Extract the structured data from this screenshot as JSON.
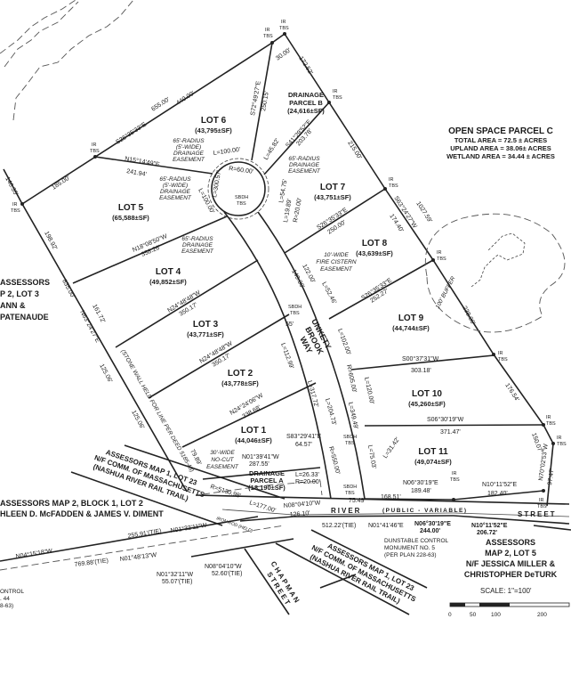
{
  "lots": [
    {
      "name": "LOT 1",
      "area": "(44,046±SF)"
    },
    {
      "name": "LOT 2",
      "area": "(43,778±SF)"
    },
    {
      "name": "LOT 3",
      "area": "(43,771±SF)"
    },
    {
      "name": "LOT 4",
      "area": "(49,852±SF)"
    },
    {
      "name": "LOT 5",
      "area": "(65,588±SF)"
    },
    {
      "name": "LOT 6",
      "area": "(43,795±SF)"
    },
    {
      "name": "LOT 7",
      "area": "(43,751±SF)"
    },
    {
      "name": "LOT 8",
      "area": "(43,639±SF)"
    },
    {
      "name": "LOT 9",
      "area": "(44,744±SF)"
    },
    {
      "name": "LOT 10",
      "area": "(45,260±SF)"
    },
    {
      "name": "LOT 11",
      "area": "(49,074±SF)"
    }
  ],
  "drainage_a": {
    "l1": "DRAINAGE",
    "l2": "PARCEL A",
    "area": "(18,190±SF)"
  },
  "drainage_b": {
    "l1": "DRAINAGE",
    "l2": "PARCEL B",
    "area": "(24,616±SF)"
  },
  "open_space": {
    "title": "OPEN SPACE PARCEL C",
    "total": "TOTAL AREA = 72.5 ± ACRES",
    "upland": "UPLAND AREA = 38.06± ACRES",
    "wetland": "WETLAND AREA = 34.44 ± ACRES"
  },
  "owners": {
    "west": [
      "ASSESSORS",
      "P 2, LOT 3",
      "ANN &",
      "PATENAUDE"
    ],
    "southwest": [
      "ASSESSORS MAP 2, BLOCK 1, LOT 2",
      "HLEEN D. McFADDEN & JAMES V. DIMENT"
    ],
    "rail_north": [
      "ASSESSORS MAP 1, LOT 23",
      "N/F COMM. OF MASSACHUSETTS",
      "(NASHUA RIVER RAIL TRAIL)"
    ],
    "rail_south": [
      "ASSESSORS MAP 1, LOT 23",
      "N/F COMM. OF MASSACHUSETTS",
      "(NASHUA RIVER RAIL TRAIL)"
    ],
    "southeast": [
      "ASSESSORS",
      "MAP 2, LOT 5",
      "N/F JESSICA MILLER &",
      "CHRISTOPHER DeTURK"
    ]
  },
  "streets": {
    "way": [
      "UNKETY",
      "BROOK",
      "WAY"
    ],
    "river": "RIVER",
    "public": "(PUBLIC - VARIABLE)",
    "street": "STREET",
    "chapman": [
      "CHAPMAN",
      "STREET"
    ]
  },
  "notes": {
    "easement": [
      "65'-RADIUS",
      "(5'-WIDE)",
      "DRAINAGE",
      "EASEMENT"
    ],
    "easement7": [
      "65'-RADIUS",
      "DRAINAGE",
      "EASEMENT"
    ],
    "fire": [
      "10'-WIDE",
      "FIRE CISTERN",
      "EASEMENT"
    ],
    "nocut": [
      "30'-WIDE",
      "NO-CUT",
      "EASEMENT"
    ],
    "stonewall": "(STONE WALL HELD FOR LINE PER DEED 5185-43)",
    "buffer": "100' BUFFER",
    "monument": [
      "DUNSTABLE CONTROL",
      "MONUMENT NO. 5",
      "(PER PLAN 228-63)"
    ],
    "control_left": [
      "ONTROL",
      ". 44",
      "8-63)"
    ],
    "iron_rod": "IRON ROD (HELD)",
    "ir": "IR",
    "tbs": "TBS",
    "sbdh": "SBDH"
  },
  "dims": {
    "d655": "655.00'",
    "d440": "440.00'",
    "b_s26": "S26°35'33\"E",
    "d30": "30.00'",
    "d17252": "172.52'",
    "b_s72": "S72°49'27\"E",
    "d25015": "250.15'",
    "b_n15": "N15°14'49\"E",
    "d24194": "241.94'",
    "d185": "185.00'",
    "d14635": "146.35'",
    "d19892": "198.92'",
    "l100a": "L=100.00'",
    "r60": "R=60.00'",
    "l30057": "L=300.57'",
    "l100b": "L=100.00'",
    "l4582": "L=45.82'",
    "b_s41": "S41°29'52\"E",
    "d20378": "203.78'",
    "d215": "215.00'",
    "b_s63": "S63°24'27\"W",
    "d17440": "174.40'",
    "d102759": "1027.59'",
    "l5475": "L=54.75'",
    "l1989": "L=19.89'",
    "r20": "R=20.00'",
    "b_s26b": "S26°35'33\"E",
    "d250": "250.00'",
    "b_n18": "N18°08'50\"W",
    "d35826": "358.26'",
    "b_n24a": "N24°48'48\"W",
    "d35017a": "350.17'",
    "b_n24b": "N24°48'48\"W",
    "d35017b": "350.17'",
    "b_n24c": "N24°24'06\"W",
    "d33868": "338.68'",
    "d835": "835.00'",
    "d16172": "161.72'",
    "b_n63": "N63°24'27\"E",
    "d12506a": "125.06'",
    "d12506b": "125.06'",
    "d7989": "79.89'",
    "b_s26c": "S26°35'33\"E",
    "d25227": "252.27'",
    "l5246": "L=52.46'",
    "d23806": "238.06'",
    "b_s00": "S00°37'31\"W",
    "d30318": "303.18'",
    "d17654": "176.54'",
    "b_s06": "S06°30'19\"W",
    "d37147": "371.47'",
    "d15007": "150.07'",
    "b_n70": "N70°02'53\"W",
    "d9747": "97.47'",
    "b_n01": "N01°39'41\"W",
    "d28755": "287.55'",
    "b_s83": "S83°29'41\"E",
    "d6457": "64.57'",
    "l2633": "L=26.33'",
    "r20b": "R=20.00'",
    "r513098": "R=5130.98'",
    "l177": "L=177.00'",
    "b_n06a": "N06°30'19\"E",
    "d18948": "189.48'",
    "b_n10a": "N10°11'52\"E",
    "d18240": "182.40'",
    "d16851": "168.51'",
    "d7549": "75.49'",
    "d12610": "126.10'",
    "b_n08": "N08°04'10\"W",
    "b_n06b": "N06°30'19\"E",
    "d244": "244.00'",
    "b_n10b": "N10°11'52\"E",
    "d20672": "206.72'",
    "tie512": "512.22'(TIE)",
    "b_n0141": "N01°41'46\"E",
    "tie255": "255.91'(TIE)",
    "b_n0132": "N01°32'11\"W",
    "b_n0415": "N04°15'18\"W",
    "tie769": "769.88'(TIE)",
    "b_n0148": "N01°48'13\"W",
    "b_n0132b": "N01°32'11\"W",
    "tie5507": "55.07'(TIE)",
    "b_n0804": "N08°04'10\"W",
    "tie5260": "52.60'(TIE)",
    "r550": "R=550.00'",
    "r605": "R=605.00'",
    "l31772": "L=317.72'",
    "l20473": "L=204.73'",
    "l34949": "L=349.49'",
    "l120": "L=120.00'",
    "l102": "L=102.00'",
    "l11299": "L=112.99'",
    "d55": "55'",
    "d122": "122.00'",
    "d140": "140.00'",
    "l7503": "L=75.03'",
    "l3142": "L=31.42'"
  },
  "scale": {
    "label": "SCALE: 1\"=100'",
    "ticks": [
      "0",
      "50",
      "100",
      "200"
    ]
  }
}
